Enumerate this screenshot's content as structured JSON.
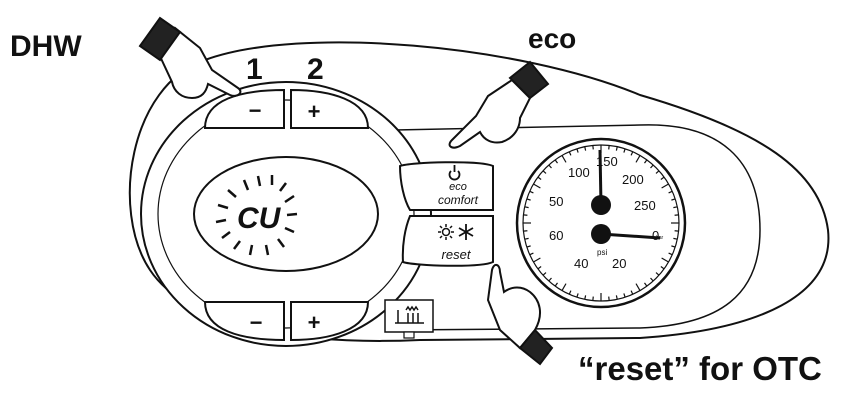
{
  "callouts": {
    "dhw": "DHW",
    "eco": "eco",
    "reset_otc": "“reset” for OTC",
    "num_1": "1",
    "num_2": "2"
  },
  "buttons": {
    "dhw_minus": "−",
    "dhw_plus": "+",
    "ch_minus": "−",
    "ch_plus": "+",
    "eco_label": "eco",
    "comfort_label": "comfort",
    "reset_label": "reset"
  },
  "display": {
    "code": "CU"
  },
  "gauge": {
    "unit": "psi",
    "unit_small": "bar",
    "ticks_outer": [
      "60",
      "50",
      "100",
      "150",
      "200",
      "250",
      "0"
    ],
    "ticks_inner": [
      "40",
      "20"
    ],
    "needle_value": "0"
  },
  "colors": {
    "ink": "#111111",
    "panel": "#ffffff"
  }
}
